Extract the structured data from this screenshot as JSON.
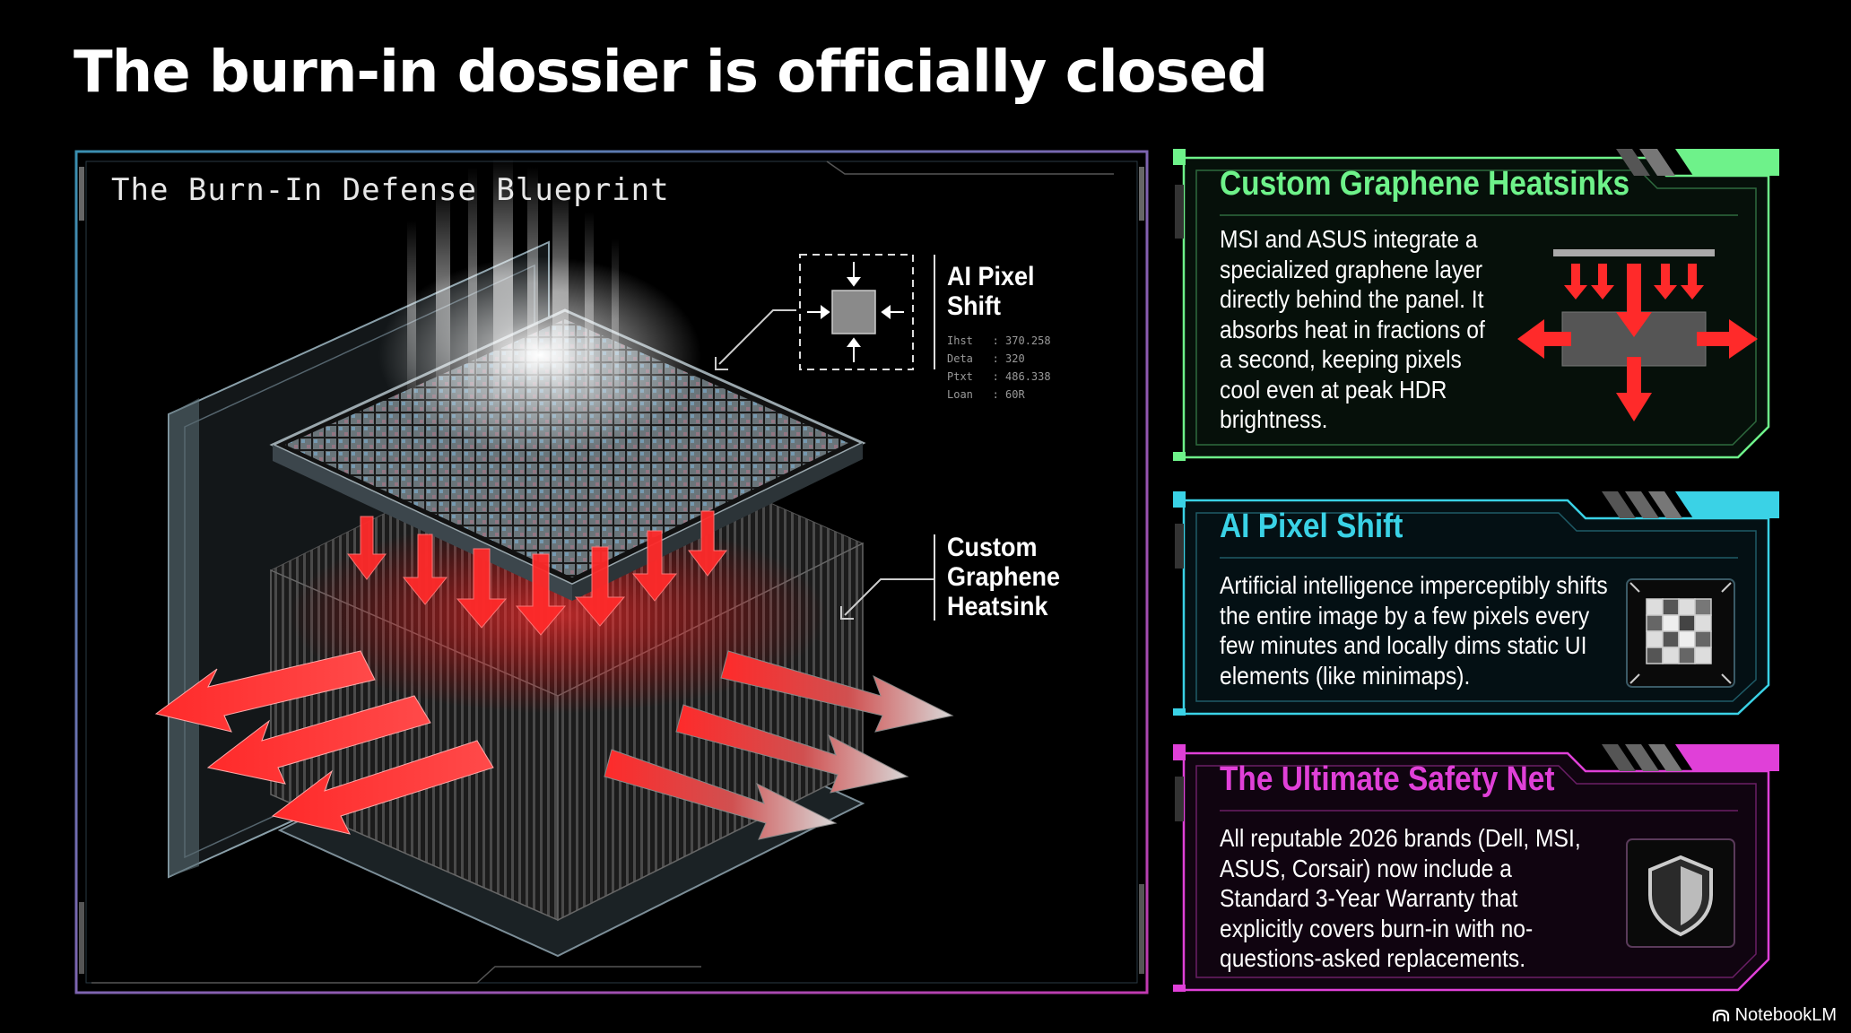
{
  "slide": {
    "title": "The burn-in dossier is officially closed"
  },
  "blueprint": {
    "title": "The Burn-In Defense Blueprint",
    "callouts": {
      "ai_pixel_shift": "AI Pixel Shift",
      "graphene_heatsink": "Custom Graphene Heatsink"
    },
    "readout": [
      {
        "key": "Ihst",
        "value": "370.258"
      },
      {
        "key": "Deta",
        "value": "320"
      },
      {
        "key": "Ptxt",
        "value": "486.338"
      },
      {
        "key": "Loan",
        "value": "60R"
      }
    ]
  },
  "cards": [
    {
      "title": "Custom Graphene Heatsinks",
      "body": "MSI and ASUS integrate a specialized graphene layer directly behind the panel. It absorbs heat in fractions of a second, keeping pixels cool even at peak HDR brightness.",
      "accent": "#6ef28a",
      "icon": "heat-dissipation-icon"
    },
    {
      "title": "AI Pixel Shift",
      "body": "Artificial intelligence imperceptibly shifts the entire image by a few pixels every few minutes and locally dims static UI elements (like minimaps).",
      "accent": "#3ad2e6",
      "icon": "pixel-grid-icon"
    },
    {
      "title": "The Ultimate Safety Net",
      "body": "All reputable 2026 brands (Dell, MSI, ASUS, Corsair) now include a Standard 3-Year Warranty that explicitly covers burn-in with no-questions-asked replacements.",
      "accent": "#e040d8",
      "icon": "shield-icon"
    }
  ],
  "colors": {
    "background": "#000000",
    "heat_arrow": "#ff2a2a",
    "frame_blue": "#3a8fb0",
    "frame_pink": "#c03ab0"
  },
  "watermark": "NotebookLM"
}
